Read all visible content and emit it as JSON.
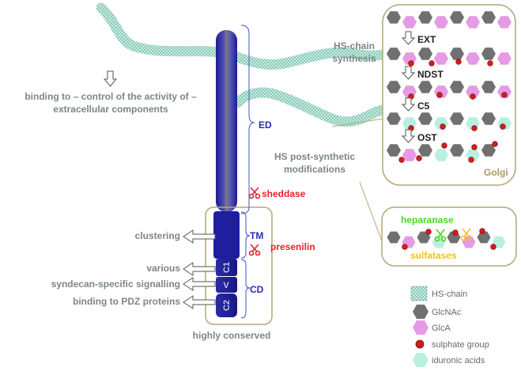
{
  "labels": {
    "binding_line1": "binding to – control of the activity of –",
    "binding_line2": "extracellular components",
    "ed": "ED",
    "tm": "TM",
    "cd": "CD",
    "c1": "C1",
    "v": "V",
    "c2": "C2",
    "sheddase": "sheddase",
    "presenilin": "presenilin",
    "clustering": "clustering",
    "various": "various",
    "syndecan_signalling": "syndecan-specific signalling",
    "pdz": "binding to PDZ proteins",
    "highly_conserved": "highly conserved",
    "hs_synthesis_line1": "HS-chain",
    "hs_synthesis_line2": "synthesis",
    "hs_post_line1": "HS post-synthetic",
    "hs_post_line2": "modifications",
    "ext": "EXT",
    "ndst": "NDST",
    "c5": "C5",
    "ost": "OST",
    "golgi": "Golgi",
    "heparanase": "heparanase",
    "sulfatases": "sulfatases"
  },
  "legend": [
    {
      "label": "HS-chain",
      "icon": "hs-chain-swatch-icon"
    },
    {
      "label": "GlcNAc",
      "icon": "grey-hexagon-icon"
    },
    {
      "label": "GlcA",
      "icon": "pink-hexagon-icon"
    },
    {
      "label": "sulphate group",
      "icon": "red-dot-icon"
    },
    {
      "label": "iduronic acids",
      "icon": "cyan-hexagon-icon"
    }
  ],
  "colors": {
    "core_protein": "#1f1f9e",
    "hs_chain": "#9fd6c6",
    "glcnac": "#707070",
    "glca": "#e59ae4",
    "sulphate": "#d31c1c",
    "iduronic": "#b8f0df",
    "label_grey": "#7c8783",
    "label_blue": "#2a2ab0",
    "label_red": "#e8222a",
    "golgi_border": "#b4a77a",
    "heparanase_text": "#4fd620",
    "sulfatases_text": "#f2c31a"
  }
}
